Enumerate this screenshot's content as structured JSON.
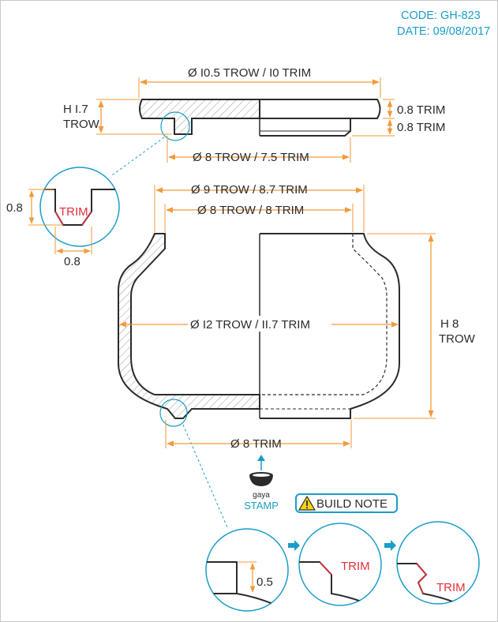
{
  "header": {
    "code": "CODE: GH-823",
    "date": "DATE: 09/08/2017"
  },
  "lid": {
    "dia_top": "Ø I0.5 TROW / I0 TRIM",
    "height_label_1": "H I.7",
    "height_label_2": "TROW",
    "right_dim_1": "0.8 TRIM",
    "right_dim_2": "0.8 TRIM",
    "dia_bottom": "Ø 8 TROW / 7.5 TRIM"
  },
  "detail_lid": {
    "trim": "TRIM",
    "dim_left": "0.8",
    "dim_bottom": "0.8"
  },
  "bowl": {
    "dia_rim": "Ø 9 TROW / 8.7 TRIM",
    "dia_inner": "Ø 8 TROW / 8 TRIM",
    "dia_body": "Ø I2 TROW / II.7 TRIM",
    "height_1": "H 8",
    "height_2": "TROW",
    "dia_foot": "Ø 8 TRIM"
  },
  "stamp": {
    "brand": "gaya",
    "label": "STAMP"
  },
  "build_note": {
    "icon": "warning-icon",
    "label": "BUILD NOTE"
  },
  "steps": {
    "step1_dim": "0.5",
    "step2_trim": "TRIM",
    "step3_trim": "TRIM"
  },
  "colors": {
    "dimension": "#f29a3a",
    "accent": "#1a9dc8",
    "trim": "#e0303a",
    "outline": "#2b2b2b"
  }
}
